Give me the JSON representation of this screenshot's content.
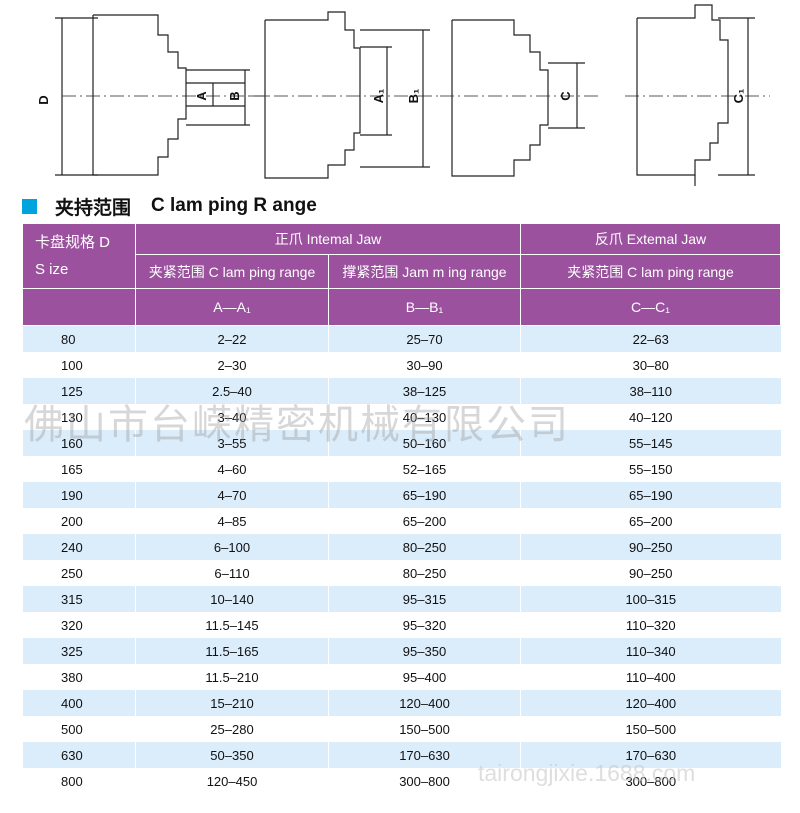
{
  "diagram_labels": {
    "d": "D",
    "a": "A",
    "b": "B",
    "a1": "A₁",
    "b1": "B₁",
    "c": "C",
    "c1": "C₁"
  },
  "section": {
    "title_cn": "夹持范围",
    "title_en": "C lam ping R ange"
  },
  "table": {
    "size_header_cn": "卡盘规格 D",
    "size_header_en": "S ize",
    "internal_header": "正爪   Intemal Jaw",
    "external_header": "反爪   Extemal Jaw",
    "clamping_range_header": "夹紧范围   C lam ping range",
    "jamming_range_header": "撑紧范围   Jam m ing range",
    "ext_clamping_range_header": "夹紧范围   C lam ping range",
    "col_a": "A—A₁",
    "col_b": "B—B₁",
    "col_c": "C—C₁",
    "rows": [
      [
        "80",
        "2–22",
        "25–70",
        "22–63"
      ],
      [
        "100",
        "2–30",
        "30–90",
        "30–80"
      ],
      [
        "125",
        "2.5–40",
        "38–125",
        "38–110"
      ],
      [
        "130",
        "3–40",
        "40–130",
        "40–120"
      ],
      [
        "160",
        "3–55",
        "50–160",
        "55–145"
      ],
      [
        "165",
        "4–60",
        "52–165",
        "55–150"
      ],
      [
        "190",
        "4–70",
        "65–190",
        "65–190"
      ],
      [
        "200",
        "4–85",
        "65–200",
        "65–200"
      ],
      [
        "240",
        "6–100",
        "80–250",
        "90–250"
      ],
      [
        "250",
        "6–110",
        "80–250",
        "90–250"
      ],
      [
        "315",
        "10–140",
        "95–315",
        "100–315"
      ],
      [
        "320",
        "11.5–145",
        "95–320",
        "110–320"
      ],
      [
        "325",
        "11.5–165",
        "95–350",
        "110–340"
      ],
      [
        "380",
        "11.5–210",
        "95–400",
        "110–400"
      ],
      [
        "400",
        "15–210",
        "120–400",
        "120–400"
      ],
      [
        "500",
        "25–280",
        "150–500",
        "150–500"
      ],
      [
        "630",
        "50–350",
        "170–630",
        "170–630"
      ],
      [
        "800",
        "120–450",
        "300–800",
        "300–800"
      ]
    ]
  },
  "watermark": {
    "company": "佛山市台嵘精密机械有限公司",
    "url": "tairongjixie.1688.com"
  },
  "colors": {
    "header_bg": "#9b519e",
    "row_stripe": "#dbecfb",
    "title_square": "#00a4dd"
  }
}
